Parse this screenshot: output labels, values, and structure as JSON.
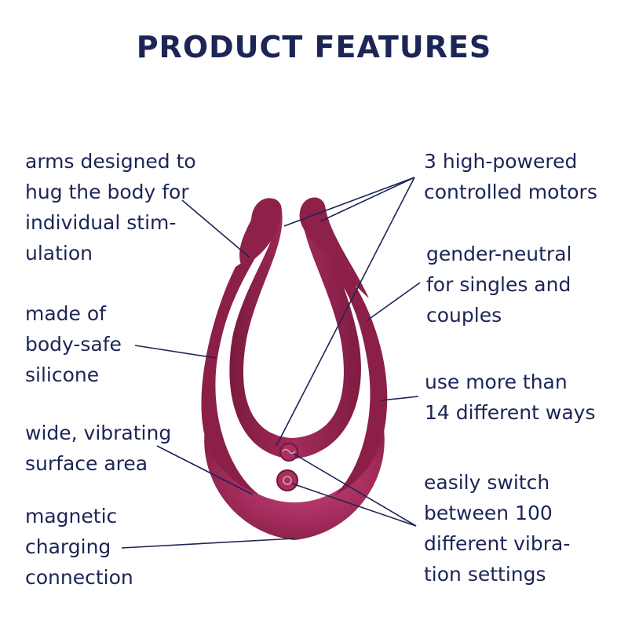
{
  "title": "PRODUCT FEATURES",
  "colors": {
    "text": "#1c2556",
    "product": "#8b1f48",
    "product_highlight": "#c4477a",
    "leader_line": "#1c2556",
    "background": "#ffffff"
  },
  "features": {
    "arms": "arms designed to\nhug the body for\nindividual stim-\nulation",
    "material": "made of\nbody-safe\nsilicone",
    "surface": "wide, vibrating\nsurface area",
    "charging": "magnetic\ncharging\nconnection",
    "motors": "3 high-powered\ncontrolled motors",
    "gender": "gender-neutral\nfor singles and\ncouples",
    "ways": "use more than\n14 different ways",
    "settings": "easily switch\nbetween 100\ndifferent vibra-\ntion settings"
  }
}
